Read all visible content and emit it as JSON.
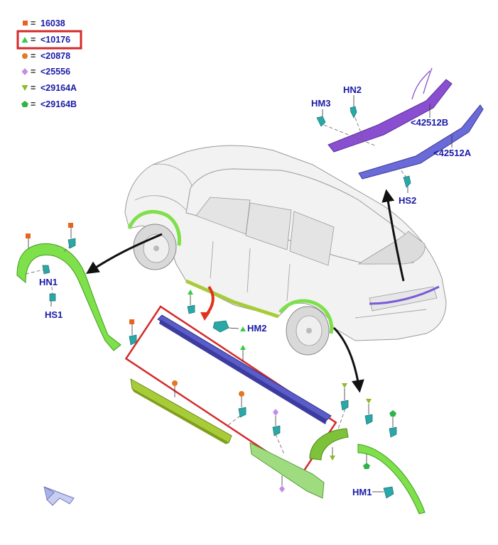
{
  "legend": [
    {
      "symbol": "square",
      "color": "#e8641e",
      "prefix": "=",
      "code": "16038",
      "highlighted": false
    },
    {
      "symbol": "triangle",
      "color": "#33cc44",
      "prefix": "=",
      "code": "<10176",
      "highlighted": true
    },
    {
      "symbol": "circle",
      "color": "#e07a24",
      "prefix": "=",
      "code": "<20878",
      "highlighted": false
    },
    {
      "symbol": "diamond",
      "color": "#c58be8",
      "prefix": "=",
      "code": "<25556",
      "highlighted": false
    },
    {
      "symbol": "triangle-down",
      "color": "#8fb82a",
      "prefix": "=",
      "code": "<29164A",
      "highlighted": false
    },
    {
      "symbol": "pentagon",
      "color": "#33b24a",
      "prefix": "=",
      "code": "<29164B",
      "highlighted": false
    }
  ],
  "highlight_color": "#d42a2a",
  "labels": {
    "hn2": "HN2",
    "hm3": "HM3",
    "p42512b": "<42512B",
    "p42512a": "<42512A",
    "hs2": "HS2",
    "hn1": "HN1",
    "hs1": "HS1",
    "hm2": "HM2",
    "hm1": "HM1"
  },
  "colors": {
    "wheel_arch_moulding": "#7ee04a",
    "running_board": "#5a5cc8",
    "rocker_panel": "#a8cc38",
    "liftgate_trim_upper": "#8a4fd0",
    "liftgate_trim_lower": "#6a6ad8",
    "clip": "#2aa8a8",
    "callout_arrow": "#e0321e"
  },
  "icons": {
    "orientation_arrow": "front-direction-arrow-icon"
  }
}
